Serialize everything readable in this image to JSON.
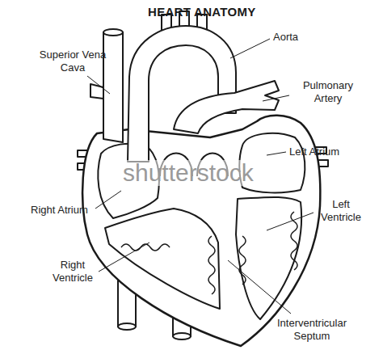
{
  "diagram": {
    "title": "HEART ANATOMY",
    "labels": [
      "Aorta",
      "Superior Vena Cava",
      "Pulmonary Artery",
      "Left Atrium",
      "Right Atrium",
      "Left Ventricle",
      "Right Ventricle",
      "Interventricular Septum",
      "shutterstock"
    ]
  }
}
